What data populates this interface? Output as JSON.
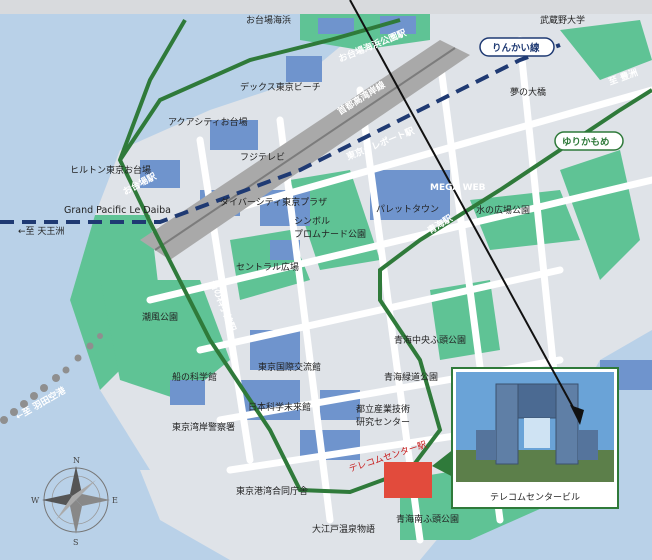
{
  "colors": {
    "water": "#b9d1e8",
    "land": "#dfe3e8",
    "park": "#5fc395",
    "building": "#6f94cd",
    "road": "#ffffff",
    "expressway": "#a9a9a9",
    "yurikamome": "#2f7a3a",
    "rinkai": "#1f3a73",
    "telecom": "#e24b3c"
  },
  "labels": {
    "odaiba_kaihin_station_top": "お台場海浜",
    "musashino": "武蔵野大学",
    "odaiba_kaihin_koen": "お台場海浜公園駅",
    "rinkai_line": "りんかい線",
    "decks": "デックス東京ビーチ",
    "yume_ohashi": "夢の大橋",
    "to_toyosu": "至 豊洲",
    "aquacity": "アクアシティお台場",
    "shuto_wangan": "首都高湾岸線",
    "yurikamome": "ゆりかもめ",
    "fuji_tv": "フジテレビ",
    "tokyo_teleport": "東京テレポート駅",
    "hilton": "ヒルトン東京お台場",
    "odaiba_station": "お台場駅",
    "mega_web": "MEGA WEB",
    "diver_city": "ダイバーシティ東京プラザ",
    "grand_pacific": "Grand Pacific Le Daiba",
    "symbol_promenade": "シンボル",
    "symbol_promenade_2": "プロムナード公園",
    "palette_town": "パレットタウン",
    "mizu_hiroba": "水の広場公園",
    "to_tennozu": "←至 天王洲",
    "aomi_station": "青海駅",
    "central_hiroba": "セントラル広場",
    "fune_station": "船の科学館駅",
    "shiokaze": "潮風公園",
    "aomi_chuo": "青海中央ふ頭公園",
    "fune_museum": "船の科学館",
    "tokyo_kokusai": "東京国際交流館",
    "aomi_ryokudo": "青海緑道公園",
    "to_haneda": "←至 羽田空港",
    "miraikan": "日本科学未来館",
    "tokyo_coast_guard": "東京湾岸警察署",
    "toritsu": "都立産業技術",
    "toritsu_2": "研究センター",
    "telecom_station": "テレコムセンター駅",
    "port_office": "東京港湾合同庁舎",
    "telecom_building": "テレコムセンタービル",
    "aomi_minami": "青海南ふ頭公園",
    "ooedo": "大江戸温泉物語",
    "compass_n": "N",
    "compass_s": "S",
    "compass_e": "E",
    "compass_w": "W"
  }
}
